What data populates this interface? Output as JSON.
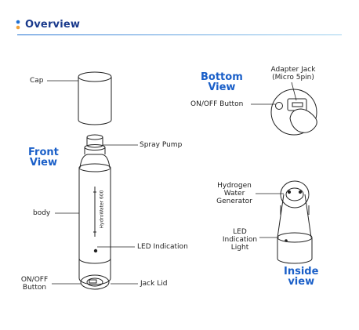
{
  "header": {
    "title": "Overview",
    "accent": "#1a5fc8"
  },
  "views": {
    "front": [
      "Front",
      "View"
    ],
    "bottom": [
      "Bottom",
      "View"
    ],
    "inside": [
      "Inside",
      "view"
    ]
  },
  "labels": {
    "cap": "Cap",
    "spray_pump": "Spray Pump",
    "body": "body",
    "led_indication": "LED Indication",
    "on_off_button_front": [
      "ON/OFF",
      "Button"
    ],
    "jack_lid": "Jack Lid",
    "adapter_jack": [
      "Adapter Jack",
      "(Micro 5pin)"
    ],
    "on_off_button_bottom": "ON/OFF Button",
    "hydrogen_water_generator": [
      "Hydrogen",
      "Water",
      "Generator"
    ],
    "led_indication_light": [
      "LED",
      "Indication",
      "Light"
    ],
    "bottle_brand_text": "HydroWater 600"
  }
}
